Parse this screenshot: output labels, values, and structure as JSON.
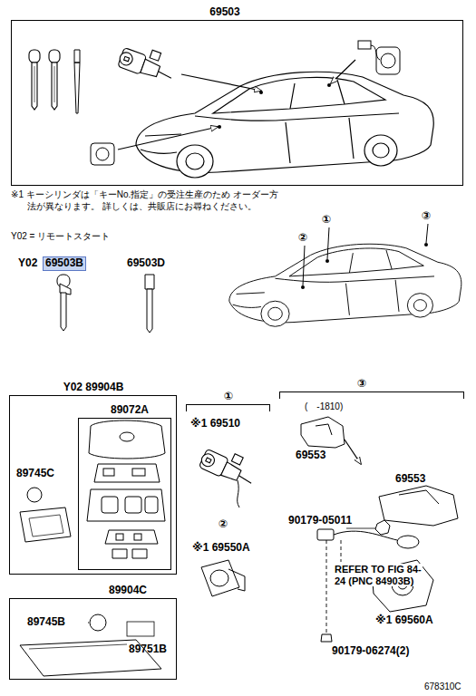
{
  "diagram": {
    "nodes": [
      {
        "text": [
          "69503"
        ]
      },
      {
        "text": [
          "Y02 89904B"
        ]
      },
      {
        "text": [
          "89072A"
        ],
        "in": 1
      },
      {
        "text": [
          "89904C"
        ]
      },
      {
        "text": [
          "①"
        ]
      },
      {
        "text": [
          "③"
        ]
      }
    ],
    "labels": [
      "※1 キーシリンダは「キーNo.指定」の受注生産のため オーダー方法が異なります。 詳しくは、共販店にお尋ねください。",
      "Y02 = リモートスタート",
      "Y02",
      "69503B",
      "69503D",
      "①",
      "②",
      "③",
      "※1 69510",
      "②",
      "※1 69550A",
      "(　-1810)",
      "69553",
      "69553",
      "90179-05011",
      "REFER TO FIG 84-24 (PNC 84903B)",
      "※1 69560A",
      "90179-06274(2)",
      "89745C",
      "89745B",
      "89751B",
      "678310C"
    ]
  }
}
